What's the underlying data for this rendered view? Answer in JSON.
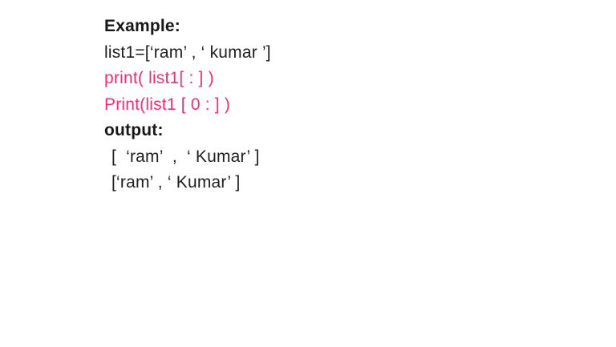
{
  "page": {
    "background_color": "#ffffff",
    "text_color": "#1f1f1f",
    "accent_pink": "#fa2a78"
  },
  "content": {
    "example_heading": "Example:",
    "code_list_definition": "list1=[‘ram’ , ‘ kumar ’]",
    "code_print_full_slice": "print( list1[ : ] )",
    "code_print_zero_slice": "Print(list1 [ 0 : ] )",
    "output_heading": "output:",
    "output_line_1": "[  ‘ram’  ,  ‘ Kumar’ ]",
    "output_line_2": "[‘ram’ , ‘ Kumar’ ]"
  }
}
